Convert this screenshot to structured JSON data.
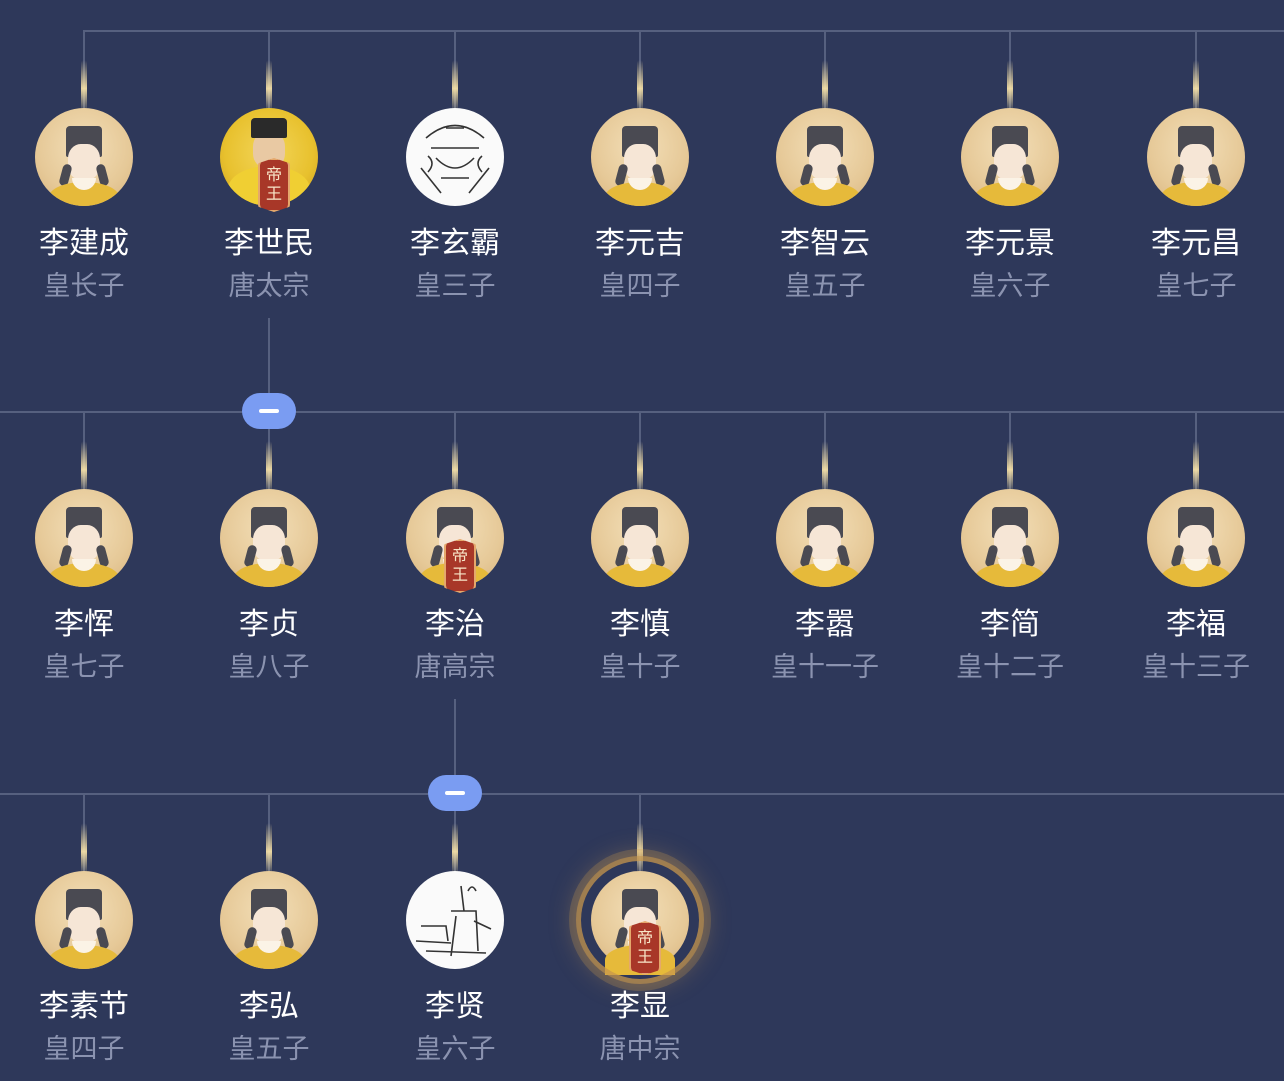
{
  "badge_text": "帝王",
  "rows": [
    {
      "members": [
        {
          "name": "李建成",
          "title": "皇长子",
          "avatar": "default-portrait",
          "emperor": false
        },
        {
          "name": "李世民",
          "title": "唐太宗",
          "avatar": "painted-emperor-portrait",
          "emperor": true
        },
        {
          "name": "李玄霸",
          "title": "皇三子",
          "avatar": "ink-warrior-sketch",
          "emperor": false
        },
        {
          "name": "李元吉",
          "title": "皇四子",
          "avatar": "default-portrait",
          "emperor": false
        },
        {
          "name": "李智云",
          "title": "皇五子",
          "avatar": "default-portrait",
          "emperor": false
        },
        {
          "name": "李元景",
          "title": "皇六子",
          "avatar": "default-portrait",
          "emperor": false
        },
        {
          "name": "李元昌",
          "title": "皇七子",
          "avatar": "default-portrait",
          "emperor": false
        }
      ]
    },
    {
      "members": [
        {
          "name": "李恽",
          "title": "皇七子",
          "avatar": "default-portrait",
          "emperor": false
        },
        {
          "name": "李贞",
          "title": "皇八子",
          "avatar": "default-portrait",
          "emperor": false
        },
        {
          "name": "李治",
          "title": "唐高宗",
          "avatar": "default-portrait",
          "emperor": true
        },
        {
          "name": "李慎",
          "title": "皇十子",
          "avatar": "default-portrait",
          "emperor": false
        },
        {
          "name": "李嚣",
          "title": "皇十一子",
          "avatar": "default-portrait",
          "emperor": false
        },
        {
          "name": "李简",
          "title": "皇十二子",
          "avatar": "default-portrait",
          "emperor": false
        },
        {
          "name": "李福",
          "title": "皇十三子",
          "avatar": "default-portrait",
          "emperor": false
        }
      ]
    },
    {
      "members": [
        {
          "name": "李素节",
          "title": "皇四子",
          "avatar": "default-portrait",
          "emperor": false
        },
        {
          "name": "李弘",
          "title": "皇五子",
          "avatar": "default-portrait",
          "emperor": false
        },
        {
          "name": "李贤",
          "title": "皇六子",
          "avatar": "ink-scholar-sketch",
          "emperor": false
        },
        {
          "name": "李显",
          "title": "唐中宗",
          "avatar": "default-portrait",
          "emperor": true,
          "highlighted": true
        }
      ]
    }
  ],
  "collapse_toggles": [
    {
      "parent": "李世民",
      "icon": "minus-icon"
    },
    {
      "parent": "李治",
      "icon": "minus-icon"
    }
  ],
  "colors": {
    "background": "#2e385a",
    "connector": "#56607f",
    "name": "#ffffff",
    "title": "#8b93b0",
    "badge": "#a83728",
    "toggle": "#7a9cf2"
  }
}
